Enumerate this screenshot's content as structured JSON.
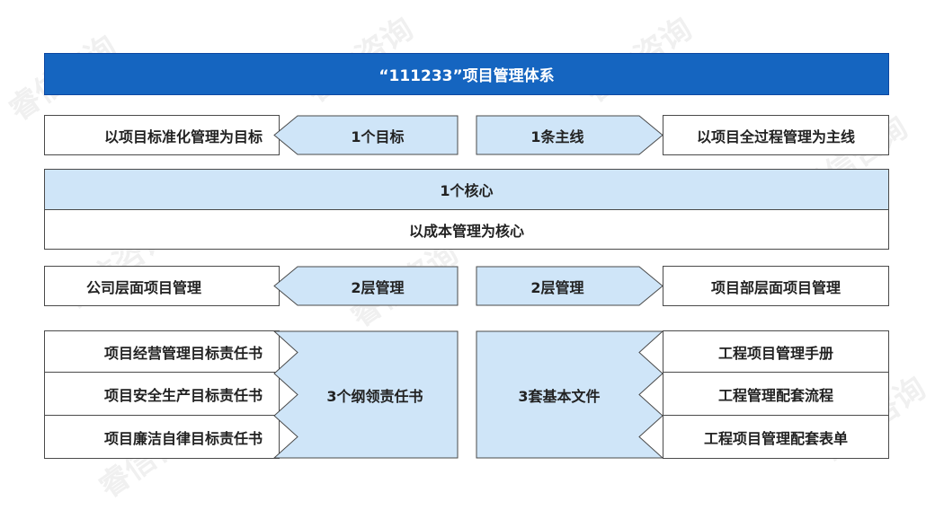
{
  "title": "“111233”项目管理体系",
  "goal": {
    "left_text": "以项目标准化管理为目标",
    "hub_left": "1个目标",
    "hub_right": "1条主线",
    "right_text": "以项目全过程管理为主线"
  },
  "core": {
    "head": "1个核心",
    "body": "以成本管理为核心"
  },
  "levels": {
    "left_text": "公司层面项目管理",
    "hub_left": "2层管理",
    "hub_right": "2层管理",
    "right_text": "项目部层面项目管理"
  },
  "docs": {
    "left_items": [
      "项目经营管理目标责任书",
      "项目安全生产目标责任书",
      "项目廉洁自律目标责任书"
    ],
    "hub_left": "3个纲领责任书",
    "hub_right": "3套基本文件",
    "right_items": [
      "工程项目管理手册",
      "工程管理配套流程",
      "工程项目管理配套表单"
    ]
  },
  "watermark": "睿信咨询",
  "colors": {
    "title_bg": "#1565C0",
    "hub_fill": "#CFE5F8",
    "border": "#4a4a4a"
  }
}
